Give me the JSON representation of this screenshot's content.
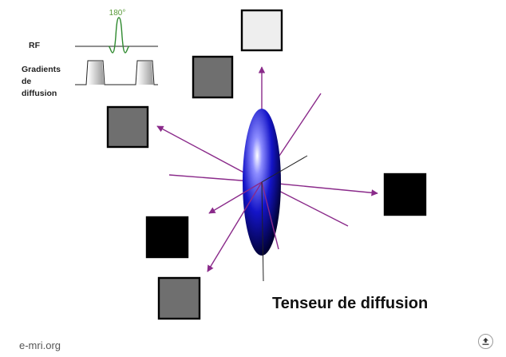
{
  "sequence": {
    "rf_label": "RF",
    "pulse_label": "180°",
    "gradient_label_lines": [
      "Gradients",
      "de",
      "diffusion"
    ]
  },
  "title": "Tenseur de diffusion",
  "watermark": "e-mri.org",
  "colors": {
    "ellipsoid": "#1414c8",
    "arrows": "#8a2a8a",
    "rf_pulse": "#2f8a2f",
    "pulse_label": "#5a9a3a"
  },
  "icons": {
    "back": "return-arrow-icon"
  }
}
